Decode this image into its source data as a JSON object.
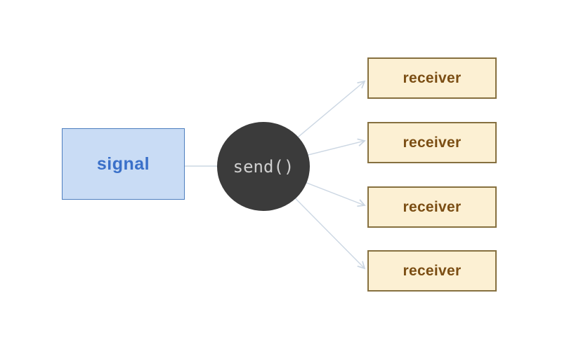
{
  "diagram": {
    "description": "signal broadcast diagram: one signal node sends via send() to four receivers",
    "nodes": {
      "signal": {
        "label": "signal"
      },
      "send": {
        "label": "send()"
      },
      "receivers": [
        {
          "label": "receiver"
        },
        {
          "label": "receiver"
        },
        {
          "label": "receiver"
        },
        {
          "label": "receiver"
        }
      ]
    }
  },
  "colors": {
    "background": "#ffffff",
    "signal_fill": "#c9dcf5",
    "signal_border": "#4d7ebf",
    "signal_text": "#3a70c9",
    "send_fill": "#3b3b3b",
    "send_text": "#cfcfcf",
    "receiver_fill": "#fcf0d3",
    "receiver_border": "#86703f",
    "receiver_text": "#7b4e14",
    "connector": "#ccd7e3"
  }
}
